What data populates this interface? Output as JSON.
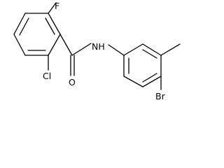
{
  "molecule": {
    "atoms": {
      "fluorine": "F",
      "chlorine": "Cl",
      "oxygen": "O",
      "amide_nh": "NH",
      "bromine": "Br"
    }
  },
  "colors": {
    "bond": "#000000",
    "label": "#000000",
    "background": "#ffffff"
  }
}
